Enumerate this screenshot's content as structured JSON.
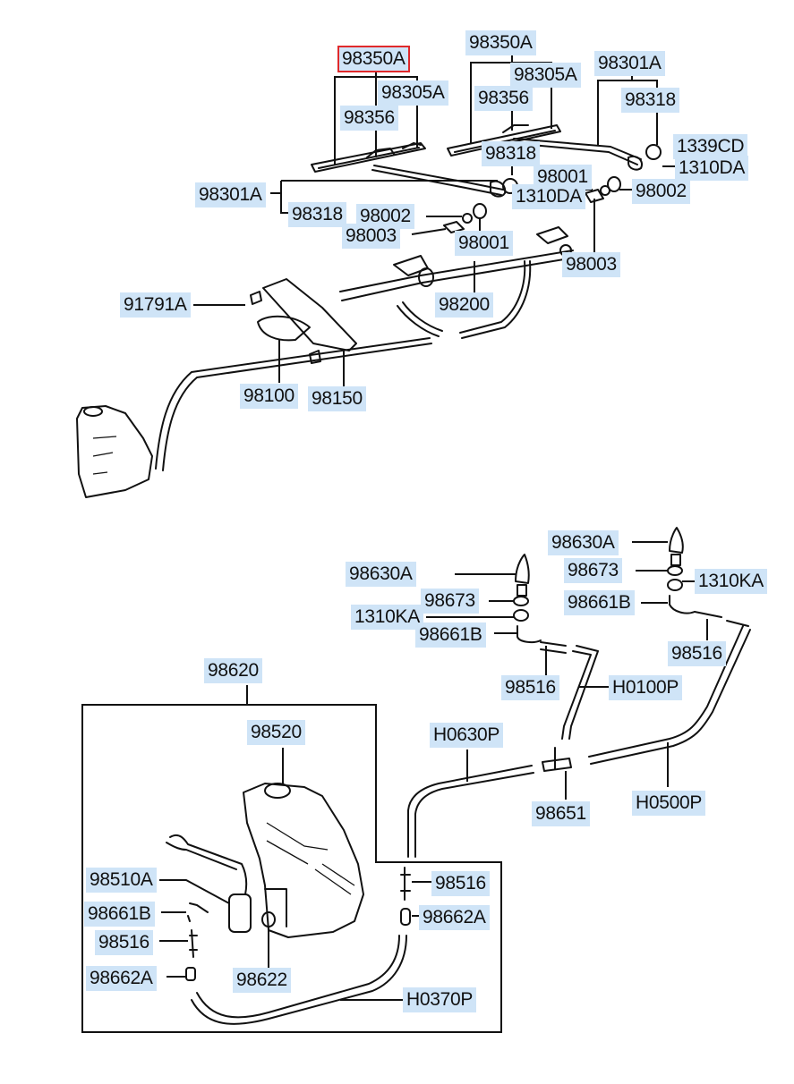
{
  "diagram": {
    "title": "Windshield Wiper & Washer Parts Diagram",
    "selected_part": "98350A",
    "highlight_color": "#e0292b",
    "label_background": "#cfe4f7"
  },
  "labels": {
    "l01": "98350A",
    "l02": "98305A",
    "l03": "98356",
    "l04": "98350A",
    "l05": "98305A",
    "l06": "98356",
    "l07": "98301A",
    "l08": "98318",
    "l09": "1339CD",
    "l10": "1310DA",
    "l11": "98318",
    "l12": "98001",
    "l13": "98002",
    "l14": "1310DA",
    "l15": "98301A",
    "l16": "98318",
    "l17": "98002",
    "l18": "98003",
    "l19": "98001",
    "l20": "98003",
    "l21": "91791A",
    "l22": "98200",
    "l23": "98100",
    "l24": "98150",
    "l25": "98630A",
    "l26": "98673",
    "l27": "1310KA",
    "l28": "98661B",
    "l29": "98516",
    "l30": "H0100P",
    "l31": "98630A",
    "l32": "98673",
    "l33": "1310KA",
    "l34": "98661B",
    "l35": "98516",
    "l36": "98620",
    "l37": "98520",
    "l38": "H0630P",
    "l39": "98651",
    "l40": "H0500P",
    "l41": "98510A",
    "l42": "98661B",
    "l43": "98516",
    "l44": "98662A",
    "l45": "98622",
    "l46": "98516",
    "l47": "98662A",
    "l48": "H0370P"
  }
}
